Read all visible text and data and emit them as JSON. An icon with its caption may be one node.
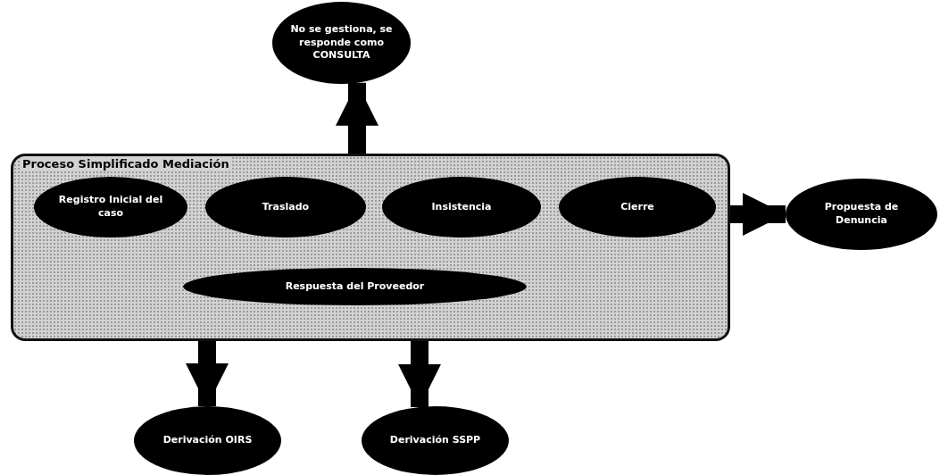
{
  "diagram": {
    "nodes": [
      {
        "text": [
          "Proceso Simplificado Mediación"
        ]
      },
      {
        "text": [
          "Registro Inicial del caso"
        ],
        "in": 0
      },
      {
        "text": [
          "Traslado"
        ],
        "in": 0
      },
      {
        "text": [
          "Insistencia"
        ],
        "in": 0
      },
      {
        "text": [
          "Cierre"
        ],
        "in": 0
      },
      {
        "text": [
          "Respuesta del Proveedor"
        ],
        "in": 0
      },
      {
        "text": [
          "No se gestiona, se responde como CONSULTA"
        ]
      },
      {
        "text": [
          "Propuesta de Denuncia"
        ]
      },
      {
        "text": [
          "Derivación OIRS"
        ]
      },
      {
        "text": [
          "Derivación SSPP"
        ]
      }
    ],
    "edges": [
      {
        "from": 0,
        "to": 6,
        "arrow": "to"
      },
      {
        "from": 0,
        "to": 7,
        "arrow": "to"
      },
      {
        "from": 0,
        "to": 8,
        "arrow": "to"
      },
      {
        "from": 0,
        "to": 9,
        "arrow": "to"
      }
    ]
  }
}
